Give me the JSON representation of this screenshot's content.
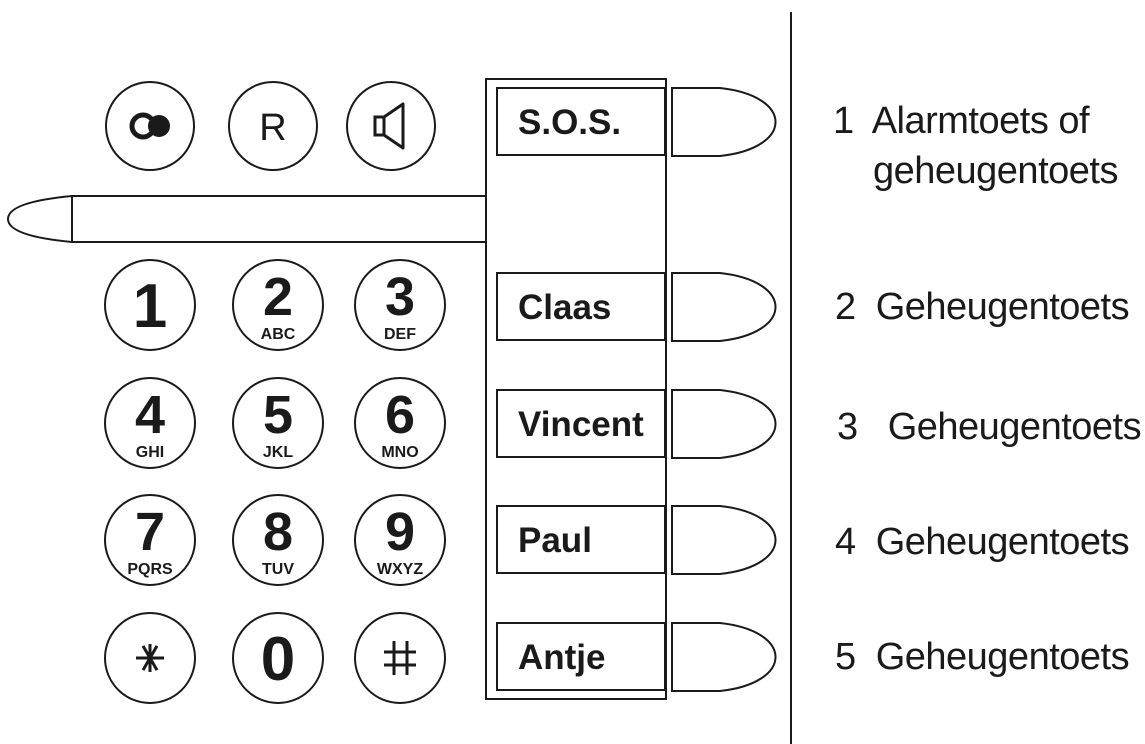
{
  "function_keys": [
    {
      "id": "mute",
      "label": "",
      "icon": "mute-icon"
    },
    {
      "id": "recall",
      "label": "R",
      "icon": ""
    },
    {
      "id": "speaker",
      "label": "",
      "icon": "speaker-icon"
    }
  ],
  "keypad": [
    {
      "digit": "1",
      "letters": ""
    },
    {
      "digit": "2",
      "letters": "ABC"
    },
    {
      "digit": "3",
      "letters": "DEF"
    },
    {
      "digit": "4",
      "letters": "GHI"
    },
    {
      "digit": "5",
      "letters": "JKL"
    },
    {
      "digit": "6",
      "letters": "MNO"
    },
    {
      "digit": "7",
      "letters": "PQRS"
    },
    {
      "digit": "8",
      "letters": "TUV"
    },
    {
      "digit": "9",
      "letters": "WXYZ"
    },
    {
      "digit": "✱",
      "letters": "",
      "icon": "asterisk-icon"
    },
    {
      "digit": "0",
      "letters": ""
    },
    {
      "digit": "#",
      "letters": "",
      "icon": "hash-icon"
    }
  ],
  "memory_keys": [
    {
      "label": "S.O.S."
    },
    {
      "label": "Claas"
    },
    {
      "label": "Vincent"
    },
    {
      "label": "Paul"
    },
    {
      "label": "Antje"
    }
  ],
  "descriptions": [
    {
      "number": "1",
      "text": "Alarmtoets of",
      "text2": "geheugentoets"
    },
    {
      "number": "2",
      "text": "Geheugentoets"
    },
    {
      "number": "3",
      "text": "Geheugentoets"
    },
    {
      "number": "4",
      "text": "Geheugentoets"
    },
    {
      "number": "5",
      "text": "Geheugentoets"
    }
  ]
}
